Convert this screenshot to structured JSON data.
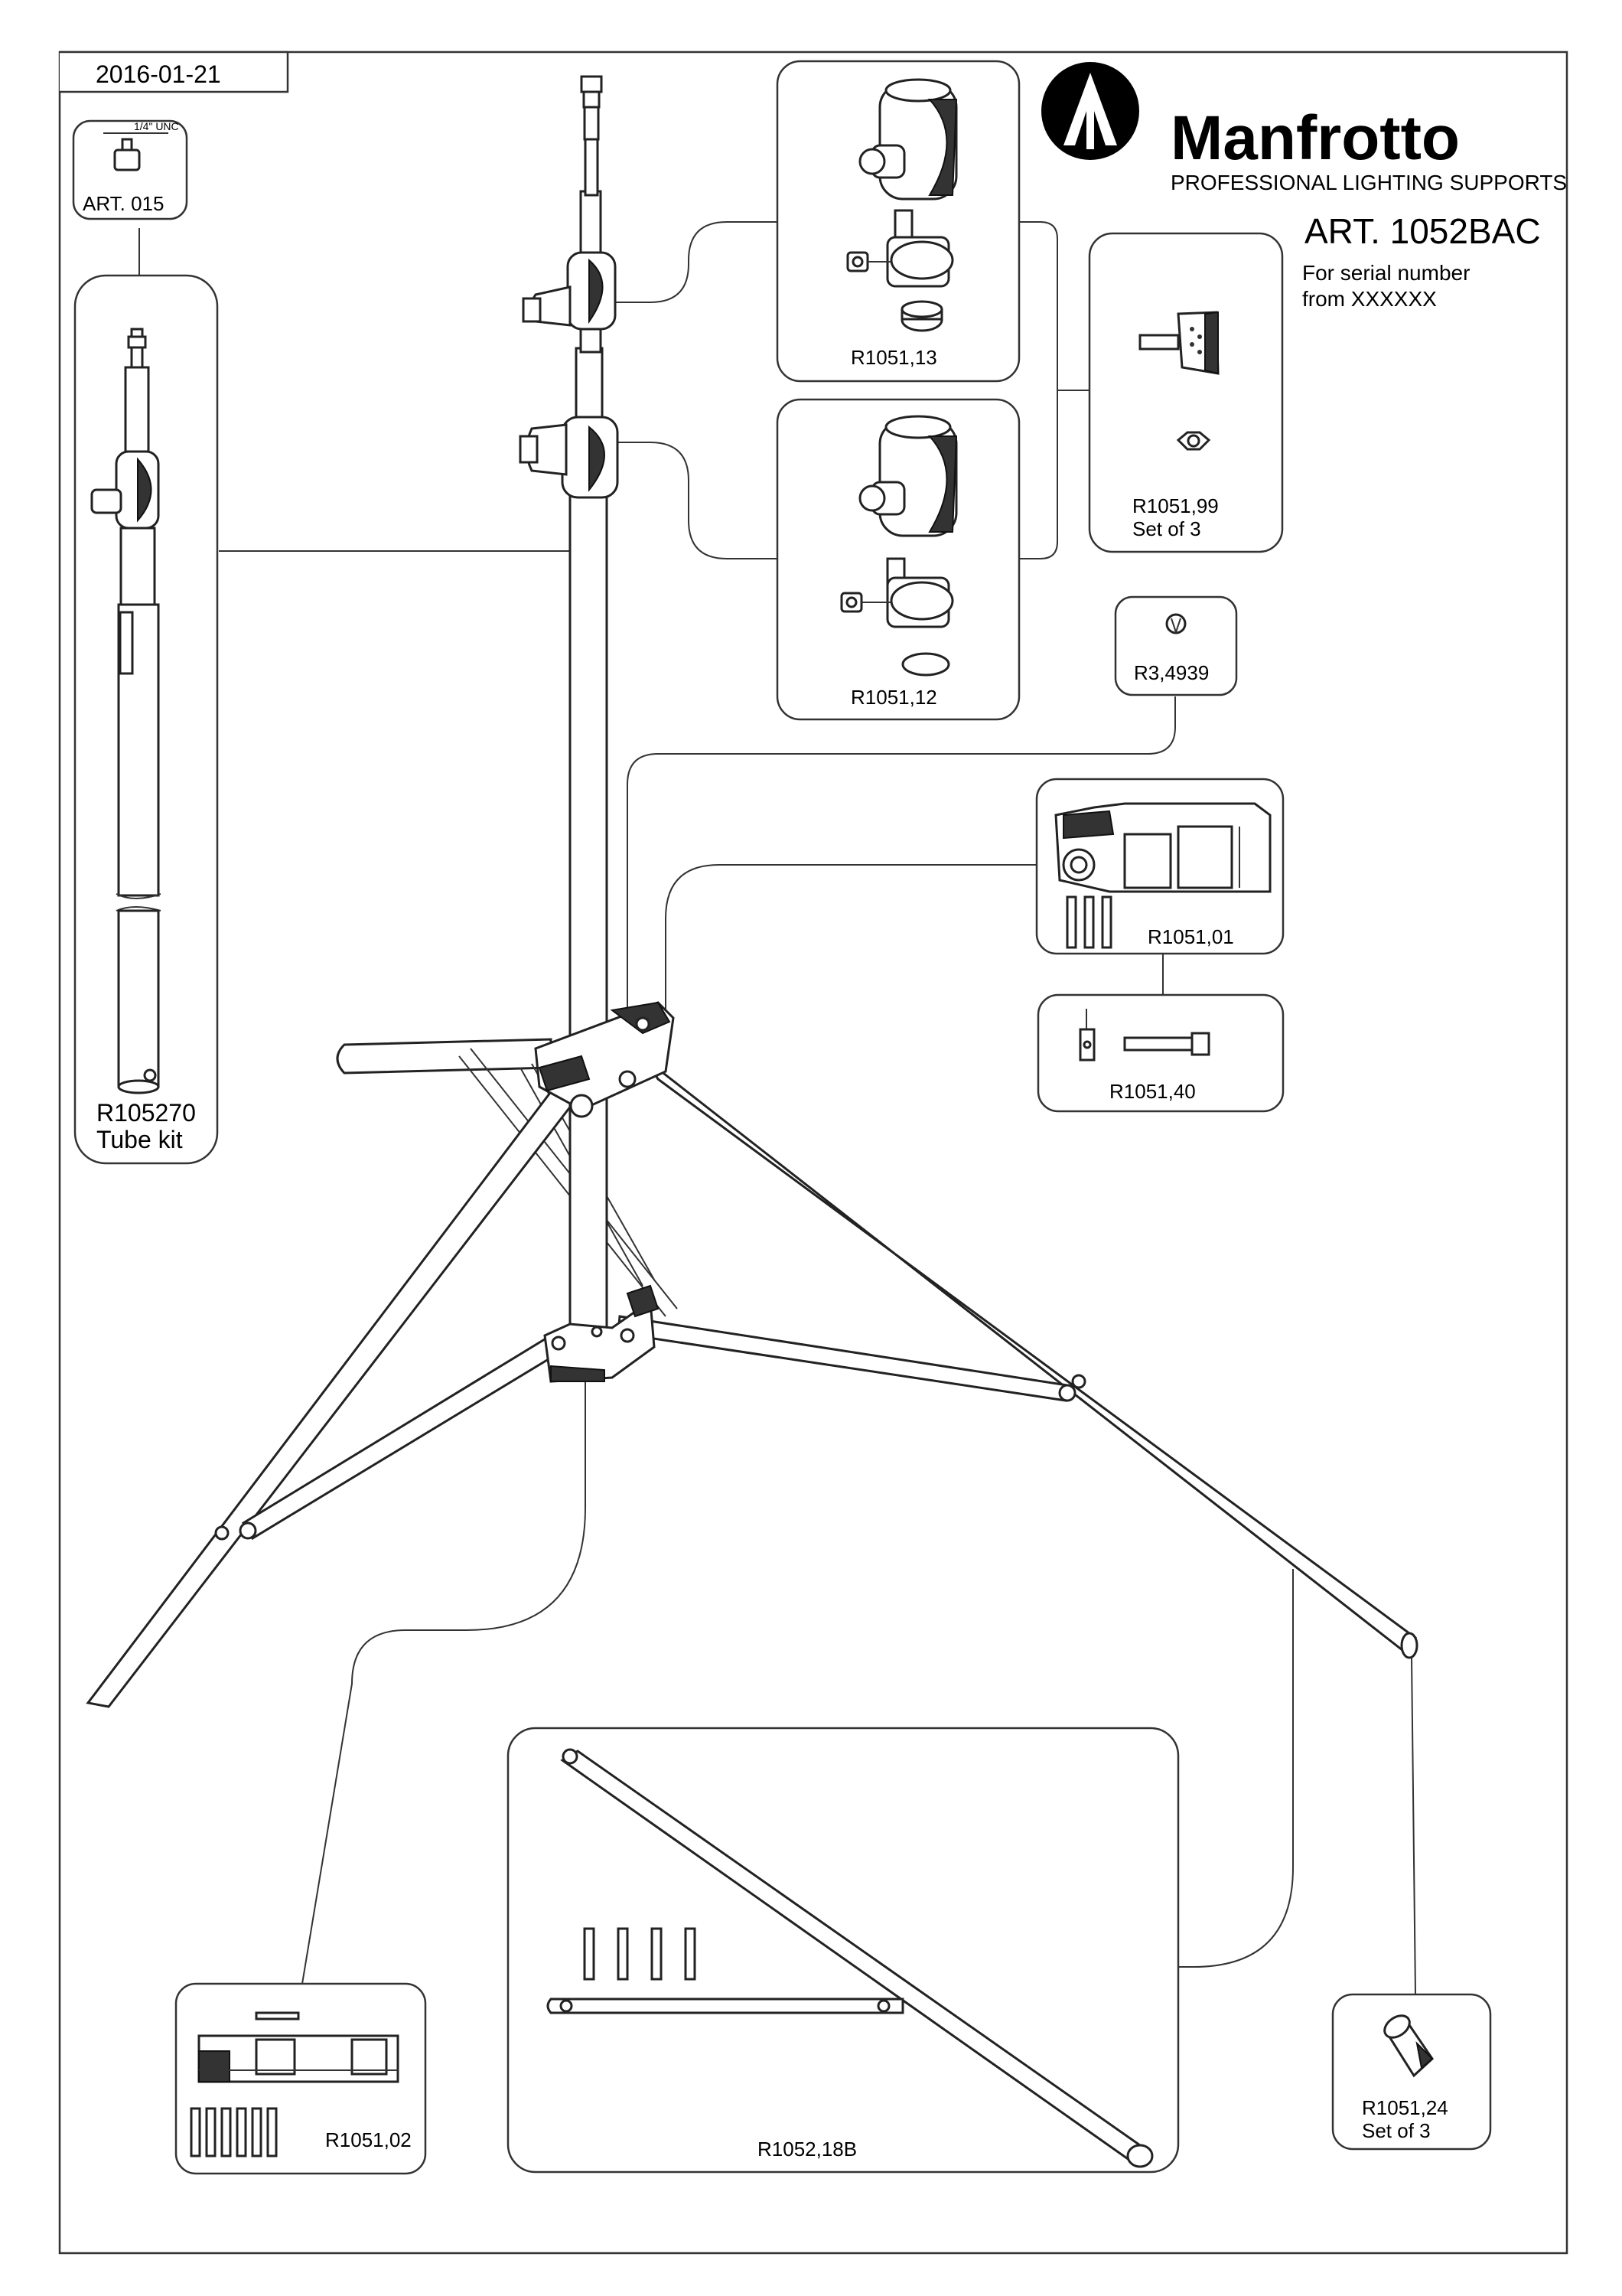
{
  "date": "2016-01-21",
  "brand": {
    "name": "Manfrotto",
    "tagline": "PROFESSIONAL LIGHTING SUPPORTS",
    "logo_icon": "manfrotto-tripod-logo-icon"
  },
  "article": {
    "title": "ART. 1052BAC",
    "serial_line1": "For serial number",
    "serial_line2": "from XXXXXX"
  },
  "parts": {
    "art015": {
      "label": "ART. 015",
      "thread": "1/4\" UNC"
    },
    "tube_kit": {
      "code": "R105270",
      "desc": "Tube kit"
    },
    "r1051_13": {
      "code": "R1051,13"
    },
    "r1051_12": {
      "code": "R1051,12"
    },
    "r1051_99": {
      "code": "R1051,99",
      "desc": "Set of 3"
    },
    "r3_4939": {
      "code": "R3,4939"
    },
    "r1051_01": {
      "code": "R1051,01"
    },
    "r1051_40": {
      "code": "R1051,40"
    },
    "r1051_02": {
      "code": "R1051,02"
    },
    "r1052_18b": {
      "code": "R1052,18B"
    },
    "r1051_24": {
      "code": "R1051,24",
      "desc": "Set of 3"
    }
  }
}
